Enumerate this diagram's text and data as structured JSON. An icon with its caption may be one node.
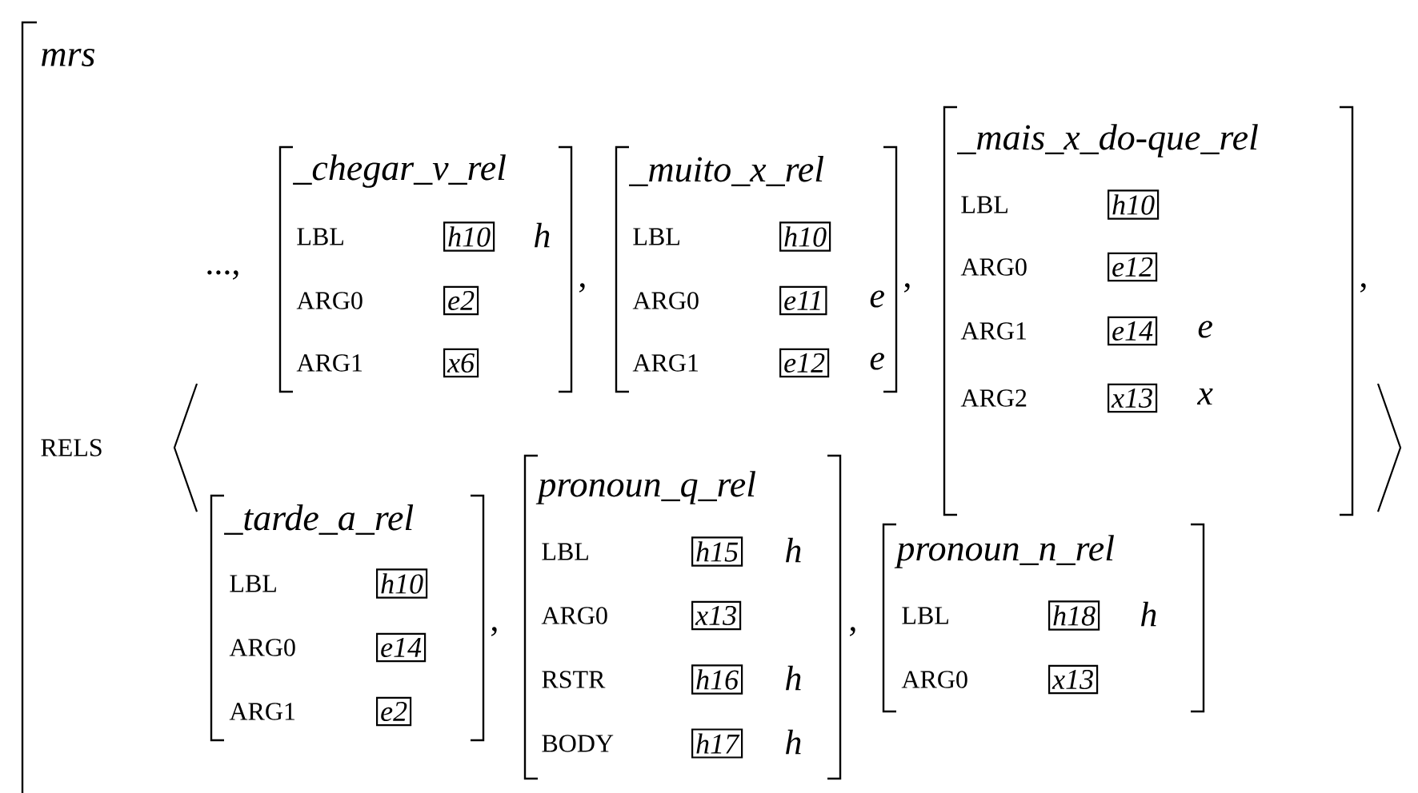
{
  "diagram": {
    "nodes": [
      {
        "text": [
          "mrs",
          "RELS"
        ]
      },
      {
        "text": [
          "_chegar_v_rel",
          "LBL",
          "ARG0",
          "ARG1",
          "h"
        ],
        "in": 0
      },
      {
        "text": [
          "h10"
        ],
        "in": 1
      },
      {
        "text": [
          "e2"
        ],
        "in": 1
      },
      {
        "text": [
          "x6"
        ],
        "in": 1
      },
      {
        "text": [
          "_muito_x_rel",
          "LBL",
          "ARG0",
          "ARG1",
          "e",
          "e"
        ],
        "in": 0
      },
      {
        "text": [
          "h10"
        ],
        "in": 5
      },
      {
        "text": [
          "e11"
        ],
        "in": 5
      },
      {
        "text": [
          "e12"
        ],
        "in": 5
      },
      {
        "text": [
          "_mais_x_do-que_rel",
          "LBL",
          "ARG0",
          "ARG1",
          "ARG2",
          "e",
          "x"
        ],
        "in": 0
      },
      {
        "text": [
          "h10"
        ],
        "in": 9
      },
      {
        "text": [
          "e12"
        ],
        "in": 9
      },
      {
        "text": [
          "e14"
        ],
        "in": 9
      },
      {
        "text": [
          "x13"
        ],
        "in": 9
      },
      {
        "text": [
          "_tarde_a_rel",
          "LBL",
          "ARG0",
          "ARG1"
        ],
        "in": 0
      },
      {
        "text": [
          "h10"
        ],
        "in": 14
      },
      {
        "text": [
          "e14"
        ],
        "in": 14
      },
      {
        "text": [
          "e2"
        ],
        "in": 14
      },
      {
        "text": [
          "pronoun_q_rel",
          "LBL",
          "ARG0",
          "RSTR",
          "BODY",
          "h",
          "h",
          "h"
        ],
        "in": 0
      },
      {
        "text": [
          "h15"
        ],
        "in": 18
      },
      {
        "text": [
          "x13"
        ],
        "in": 18
      },
      {
        "text": [
          "h16"
        ],
        "in": 18
      },
      {
        "text": [
          "h17"
        ],
        "in": 18
      },
      {
        "text": [
          "pronoun_n_rel",
          "LBL",
          "ARG0",
          "h"
        ],
        "in": 0
      },
      {
        "text": [
          "h18"
        ],
        "in": 23
      },
      {
        "text": [
          "x13"
        ],
        "in": 23
      }
    ],
    "labels": [
      "...,",
      ",",
      ",",
      ",",
      ",",
      ","
    ]
  }
}
